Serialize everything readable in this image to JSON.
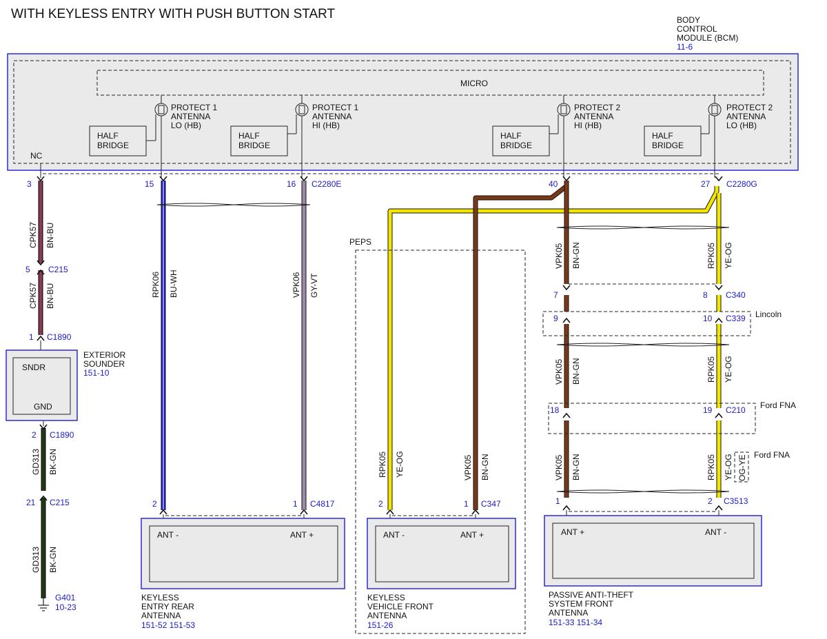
{
  "title": "WITH KEYLESS ENTRY WITH PUSH BUTTON START",
  "bcm": {
    "label_lines": [
      "BODY",
      "CONTROL",
      "MODULE (BCM)"
    ],
    "ref": "11-6"
  },
  "micro_label": "MICRO",
  "nc_label": "NC",
  "protect_labels": [
    [
      "PROTECT 1",
      "ANTENNA",
      "LO (HB)"
    ],
    [
      "PROTECT 1",
      "ANTENNA",
      "HI (HB)"
    ],
    [
      "PROTECT 2",
      "ANTENNA",
      "HI (HB)"
    ],
    [
      "PROTECT 2",
      "ANTENNA",
      "LO (HB)"
    ]
  ],
  "half_bridge_lines": [
    "HALF",
    "BRIDGE"
  ],
  "bcm_pins": [
    "3",
    "15",
    "16",
    "40",
    "27"
  ],
  "bcm_connectors": [
    "C2280E",
    "C2280G"
  ],
  "pin_labels": [
    "5",
    "1",
    "2",
    "21",
    "2",
    "1",
    "2",
    "1",
    "7",
    "8",
    "9",
    "10",
    "18",
    "19",
    "1",
    "2"
  ],
  "connector_labels": [
    "C215",
    "C1890",
    "C1890",
    "C215",
    "C4817",
    "C347",
    "C340",
    "C339",
    "C210",
    "C3513"
  ],
  "wire_labels": [
    [
      "CPK57",
      "BN-BU"
    ],
    [
      "CPK57",
      "BN-BU"
    ],
    [
      "GD313",
      "BK-GN"
    ],
    [
      "GD313",
      "BK-GN"
    ],
    [
      "RPK06",
      "BU-WH"
    ],
    [
      "VPK06",
      "GY-VT"
    ],
    [
      "RPK05",
      "YE-OG"
    ],
    [
      "VPK05",
      "BN-GN"
    ],
    [
      "VPK05",
      "BN-GN"
    ],
    [
      "RPK05",
      "YE-OG"
    ],
    [
      "VPK05",
      "BN-GN"
    ],
    [
      "RPK05",
      "YE-OG"
    ],
    [
      "VPK05",
      "BN-GN"
    ],
    [
      "RPK05",
      "YE-OG"
    ]
  ],
  "alt_color_label": "OG-YE",
  "sounder": {
    "top": "SNDR",
    "bottom": "GND",
    "name_lines": [
      "EXTERIOR",
      "SOUNDER"
    ],
    "ref": "151-10"
  },
  "ground": {
    "name": "G401",
    "ref": "10-23"
  },
  "peps_label": "PEPS",
  "region_labels": [
    "Lincoln",
    "Ford FNA",
    "Ford FNA"
  ],
  "ant_minus": "ANT -",
  "ant_plus": "ANT +",
  "antennas": [
    {
      "name_lines": [
        "KEYLESS",
        "ENTRY REAR",
        "ANTENNA"
      ],
      "refs": "151-52  151-53"
    },
    {
      "name_lines": [
        "KEYLESS",
        "VEHICLE FRONT",
        "ANTENNA"
      ],
      "refs": "151-26"
    },
    {
      "name_lines": [
        "PASSIVE ANTI-THEFT",
        "SYSTEM FRONT",
        "ANTENNA"
      ],
      "refs": "151-33  151-34"
    }
  ],
  "colors": {
    "bcm_outline": "#2a2ad6",
    "ref_text": "#1a1acc",
    "wire_bn_bu": "#8a3a52",
    "wire_bk_gn": "#1f3a14",
    "wire_bu_wh": "#1f1fd0",
    "wire_gy_vt": "#9a8aa8",
    "wire_ye_og": "#f2e600",
    "wire_bn_gn": "#7a3a1a"
  },
  "icons": [
    "fuse-protection-icon",
    "connector-arrow-icon",
    "ground-symbol-icon",
    "twisted-pair-icon"
  ]
}
